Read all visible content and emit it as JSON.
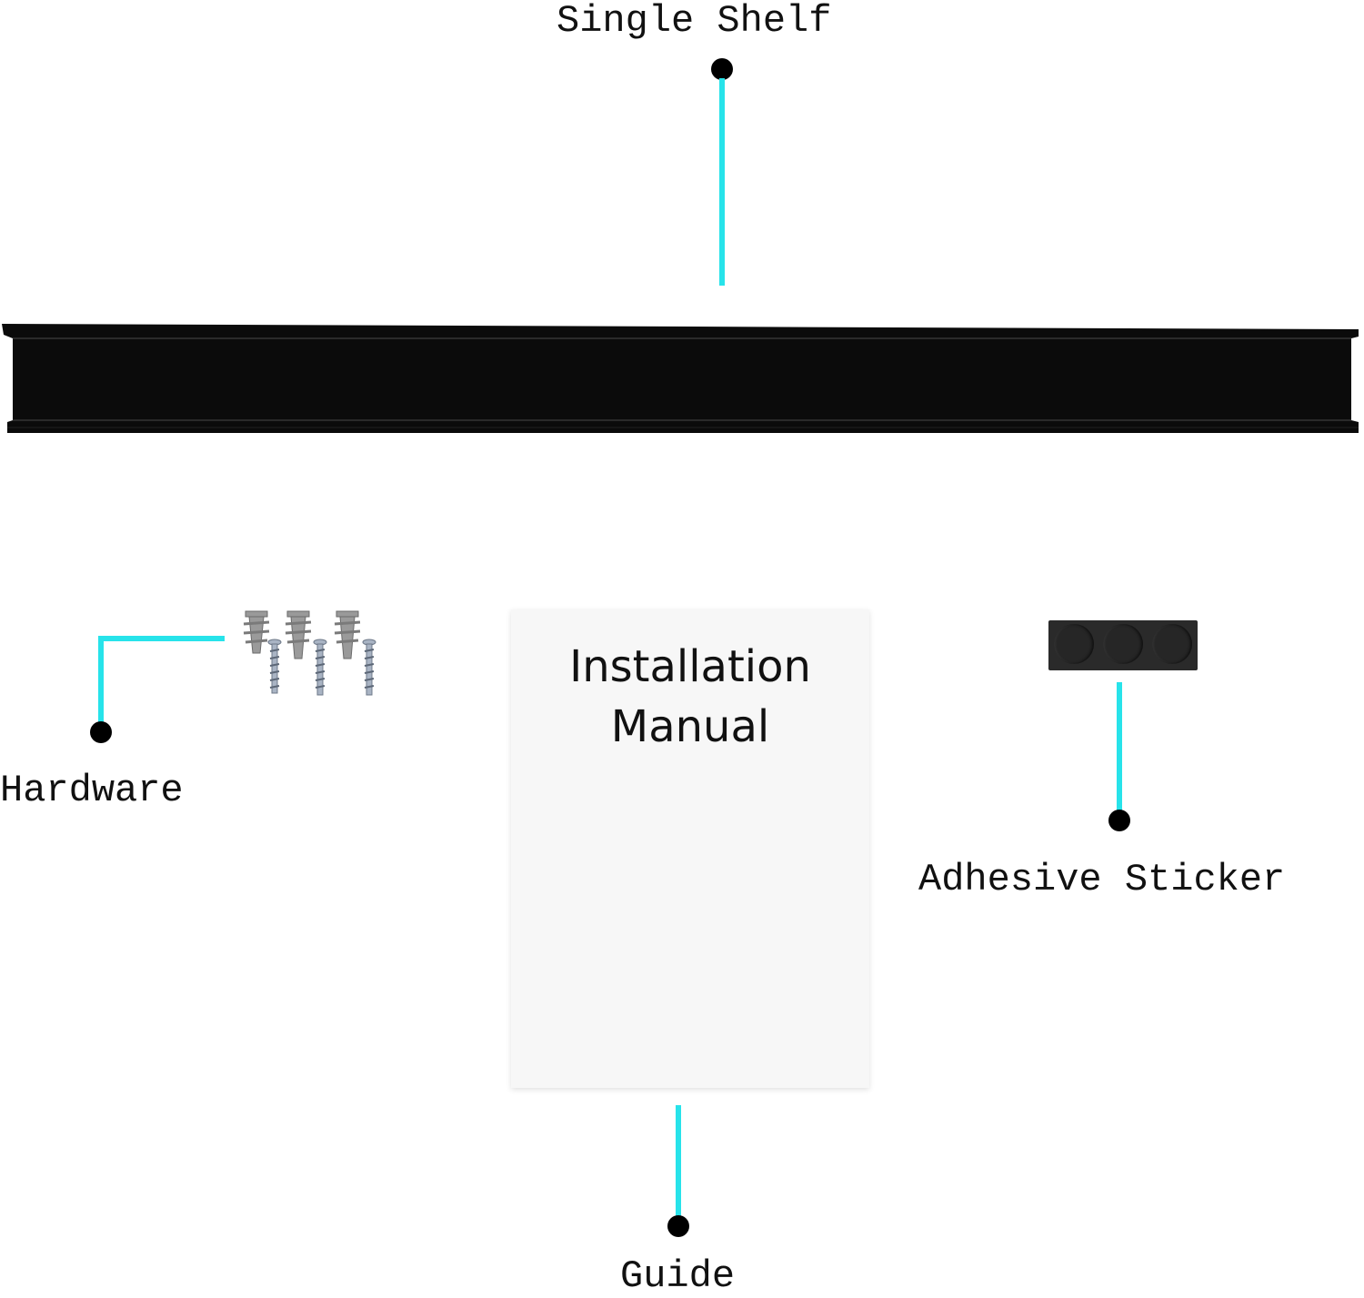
{
  "labels": {
    "single_shelf": "Single Shelf",
    "hardware": "Hardware",
    "adhesive_sticker": "Adhesive Sticker",
    "guide": "Guide"
  },
  "manual": {
    "title": "Installation\nManual"
  },
  "colors": {
    "leader_line": "#27e3ea",
    "dot": "#000000",
    "shelf": "#0b0b0b",
    "manual_paper": "#f7f7f7",
    "sticker": "#2a2a2a"
  },
  "icons": [
    "shelf-image",
    "screw-icon",
    "wall-anchor-icon",
    "manual-icon",
    "adhesive-sticker-icon"
  ]
}
